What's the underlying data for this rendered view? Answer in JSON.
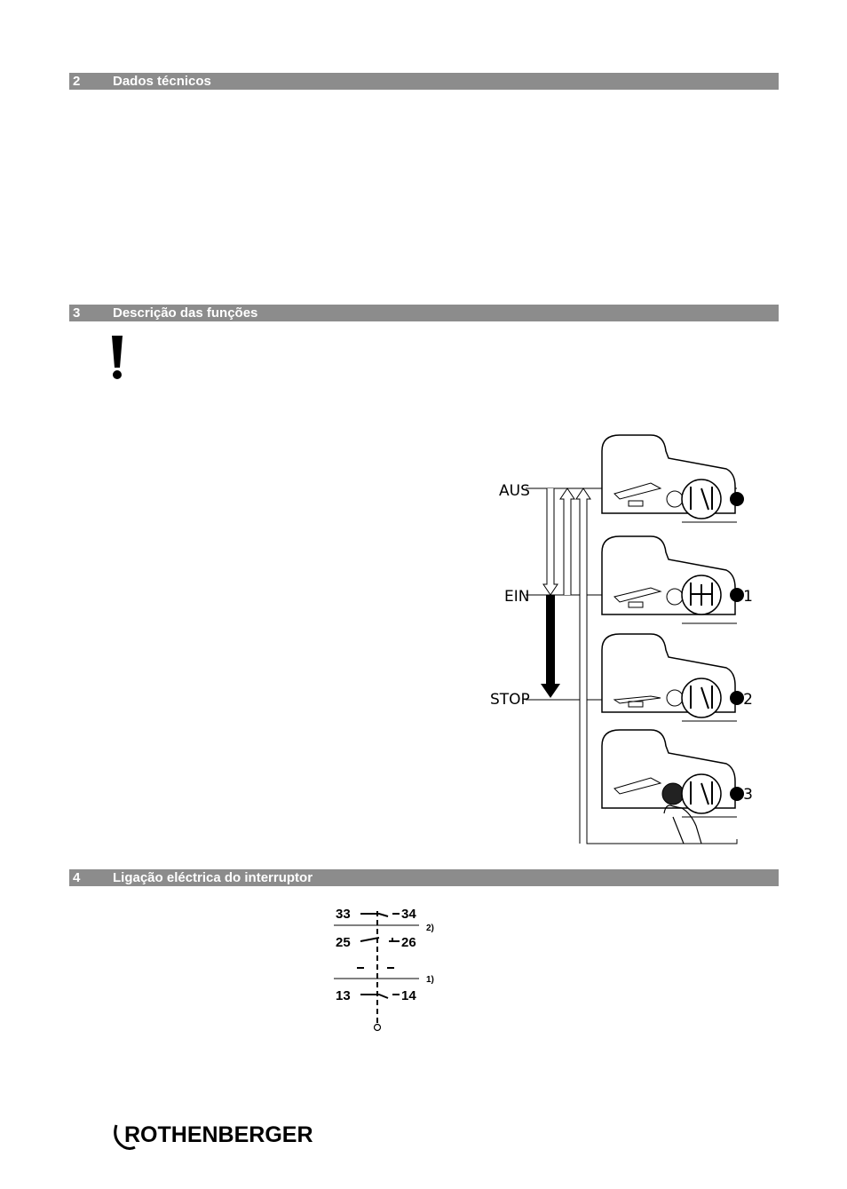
{
  "sections": [
    {
      "number": "2",
      "title": "Dados técnicos"
    },
    {
      "number": "3",
      "title": "Descrição das funções"
    },
    {
      "number": "4",
      "title": "Ligação eléctrica do interruptor"
    }
  ],
  "warning_icon": "exclamation-icon",
  "function_diagram": {
    "positions": [
      "AUS",
      "EIN",
      "STOP"
    ],
    "step_numbers": [
      "1",
      "2",
      "3"
    ]
  },
  "wiring_diagram": {
    "contacts": [
      {
        "left": "33",
        "right": "34"
      },
      {
        "left": "25",
        "right": "26"
      },
      {
        "left": "13",
        "right": "14"
      }
    ],
    "notes": [
      "2)",
      "1)"
    ]
  },
  "logo": {
    "text": "ROTHENBERGER"
  }
}
